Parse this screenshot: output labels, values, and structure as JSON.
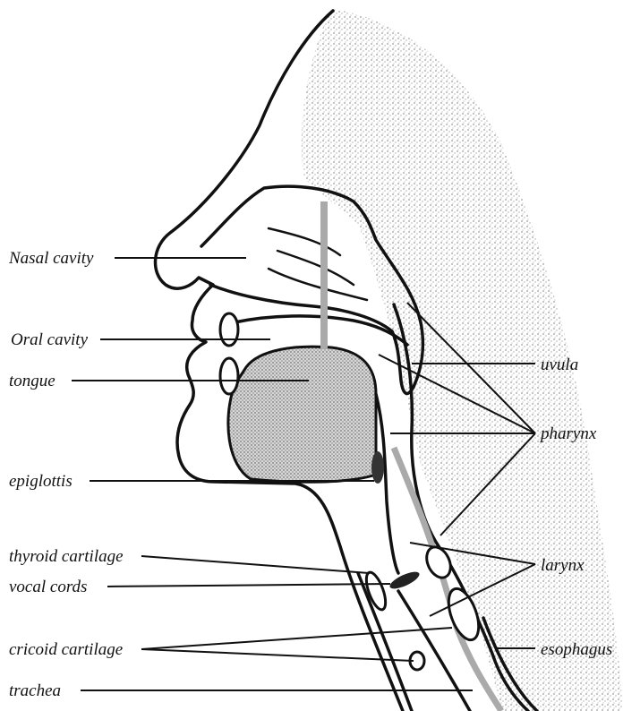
{
  "labels": {
    "nasal_cavity": "Nasal cavity",
    "oral_cavity": "Oral cavity",
    "tongue": "tongue",
    "epiglottis": "epiglottis",
    "thyroid_cartilage": "thyroid cartilage",
    "vocal_cords": "vocal  cords",
    "cricoid_cartilage": "cricoid cartilage",
    "trachea": "trachea",
    "uvula": "uvula",
    "pharynx": "pharynx",
    "larynx": "larynx",
    "esophagus": "esophagus"
  }
}
